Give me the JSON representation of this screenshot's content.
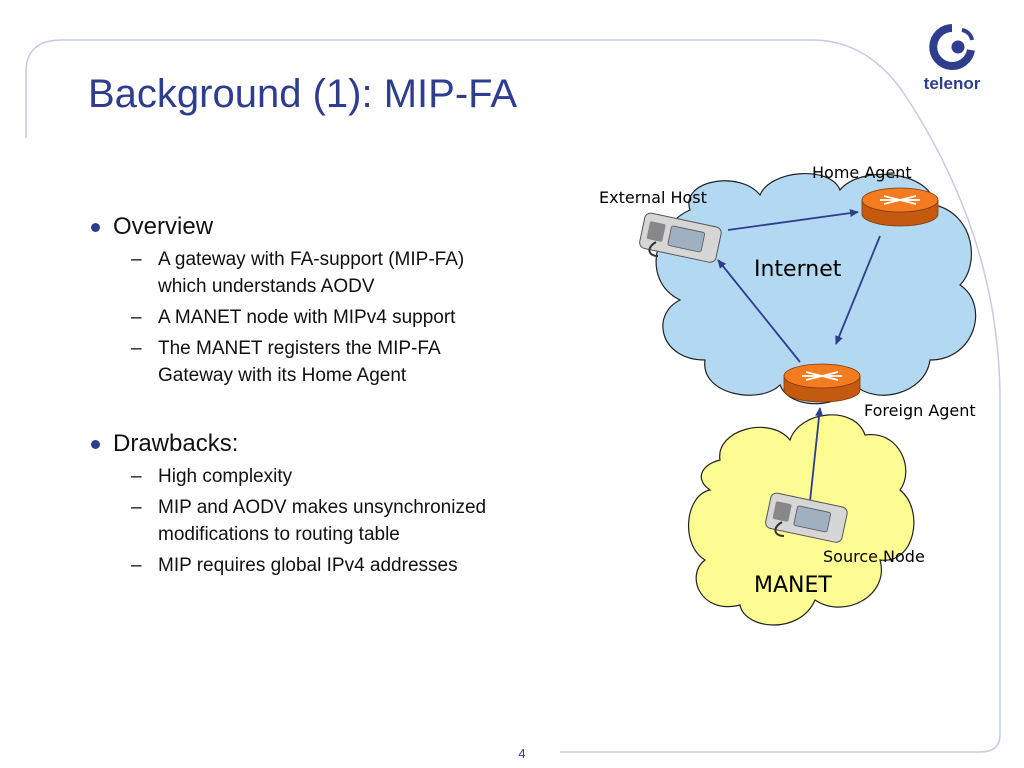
{
  "slide": {
    "title": "Background (1): MIP-FA",
    "page_number": "4"
  },
  "logo": {
    "word": "telenor"
  },
  "bullets": [
    {
      "text": "Overview",
      "children": [
        "A gateway with FA-support (MIP-FA) which understands AODV",
        "A MANET node with MIPv4 support",
        "The MANET registers the MIP-FA Gateway with its Home Agent"
      ]
    },
    {
      "text": "Drawbacks:",
      "children": [
        "High complexity",
        "MIP and AODV makes unsynchronized modifications to routing table",
        "MIP requires global IPv4 addresses"
      ]
    }
  ],
  "diagram": {
    "clouds": {
      "internet": "Internet",
      "manet": "MANET"
    },
    "nodes": {
      "home_agent": "Home Agent",
      "external_host": "External Host",
      "foreign_agent": "Foreign Agent",
      "source_node": "Source Node"
    },
    "colors": {
      "internet_cloud": "#b3d9f2",
      "manet_cloud": "#fcfc92",
      "router": "#f47b20",
      "arrow": "#2f3d8f",
      "accent": "#2f3d8f"
    }
  }
}
